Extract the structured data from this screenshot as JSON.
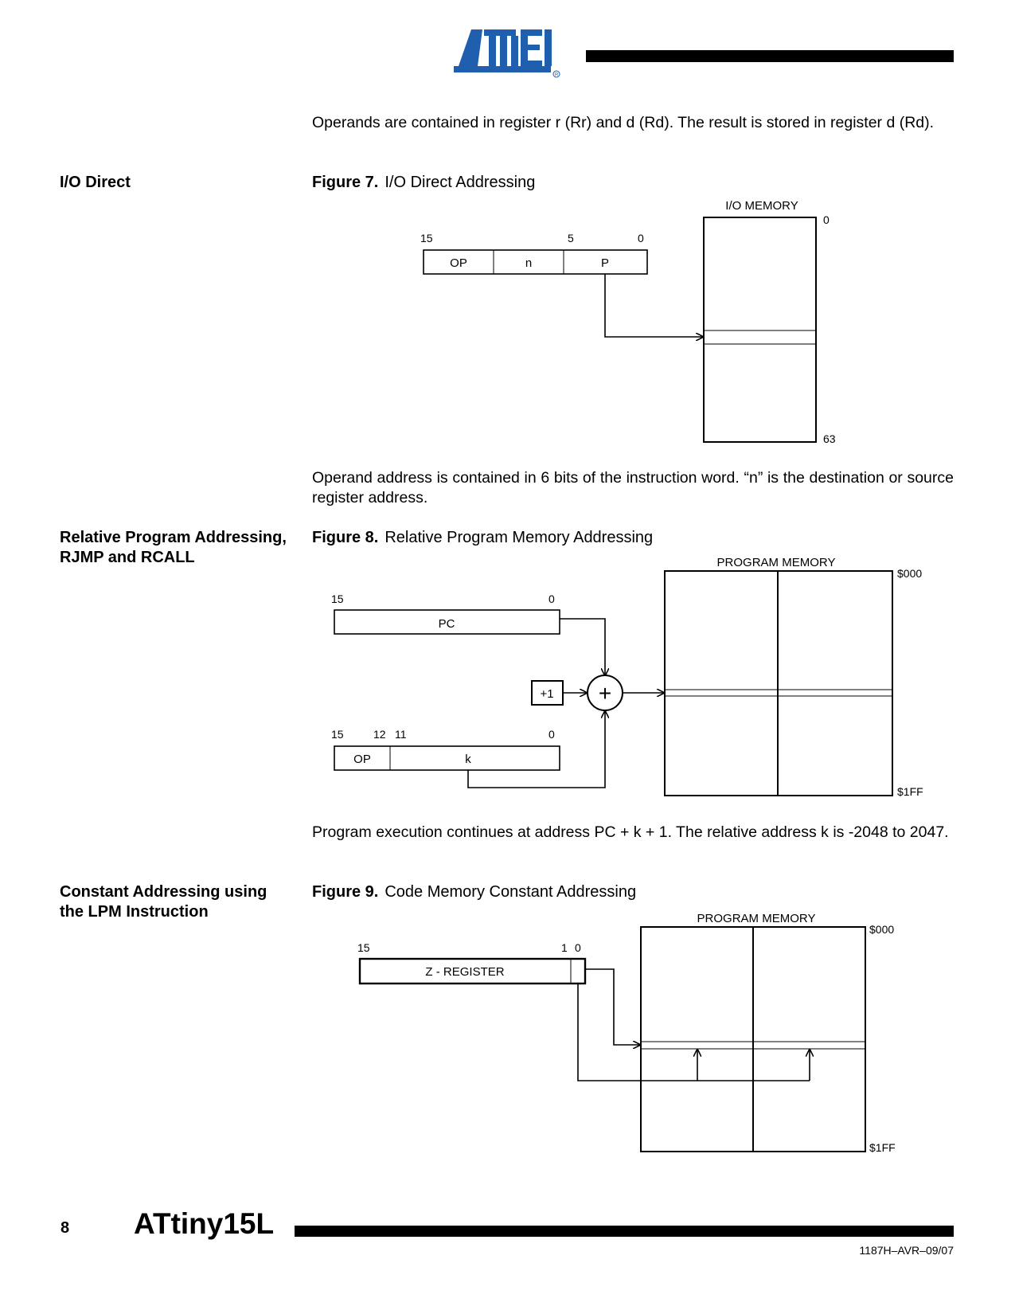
{
  "header": {
    "logo_text": "ATMEL",
    "logo_color": "#1f5fae"
  },
  "paragraphs": {
    "p1": "Operands are contained in register r (Rr) and d (Rd). The result is stored in register d (Rd).",
    "p2": "Operand address is contained in 6 bits of the instruction word. “n” is the destination or source register address.",
    "p3": "Program execution continues at address PC + k + 1. The relative address k is -2048 to 2047."
  },
  "sections": {
    "io_direct": "I/O Direct",
    "relative_line1": "Relative Program Addressing,",
    "relative_line2": "RJMP and RCALL",
    "constant_line1": "Constant Addressing using",
    "constant_line2": "the LPM Instruction"
  },
  "figures": {
    "fig7": {
      "label": "Figure 7.",
      "caption": "I/O Direct Addressing",
      "memory_label": "I/O MEMORY",
      "mem_top": "0",
      "mem_bottom": "63",
      "bit_15": "15",
      "bit_5": "5",
      "bit_0": "0",
      "field_op": "OP",
      "field_n": "n",
      "field_p": "P"
    },
    "fig8": {
      "label": "Figure 8.",
      "caption": "Relative Program Memory Addressing",
      "memory_label": "PROGRAM MEMORY",
      "mem_top": "$000",
      "mem_bottom": "$1FF",
      "pc_bit_15": "15",
      "pc_bit_0": "0",
      "pc_label": "PC",
      "plus_one": "+1",
      "adder": "+",
      "k_bit_15": "15",
      "k_bit_12": "12",
      "k_bit_11": "11",
      "k_bit_0": "0",
      "field_op": "OP",
      "field_k": "k"
    },
    "fig9": {
      "label": "Figure 9.",
      "caption": "Code Memory Constant Addressing",
      "memory_label": "PROGRAM MEMORY",
      "mem_top": "$000",
      "mem_bottom": "$1FF",
      "bit_15": "15",
      "bit_1": "1",
      "bit_0": "0",
      "z_label": "Z - REGISTER"
    }
  },
  "footer": {
    "page_number": "8",
    "title": "ATtiny15L",
    "doc_code": "1187H–AVR–09/07"
  }
}
